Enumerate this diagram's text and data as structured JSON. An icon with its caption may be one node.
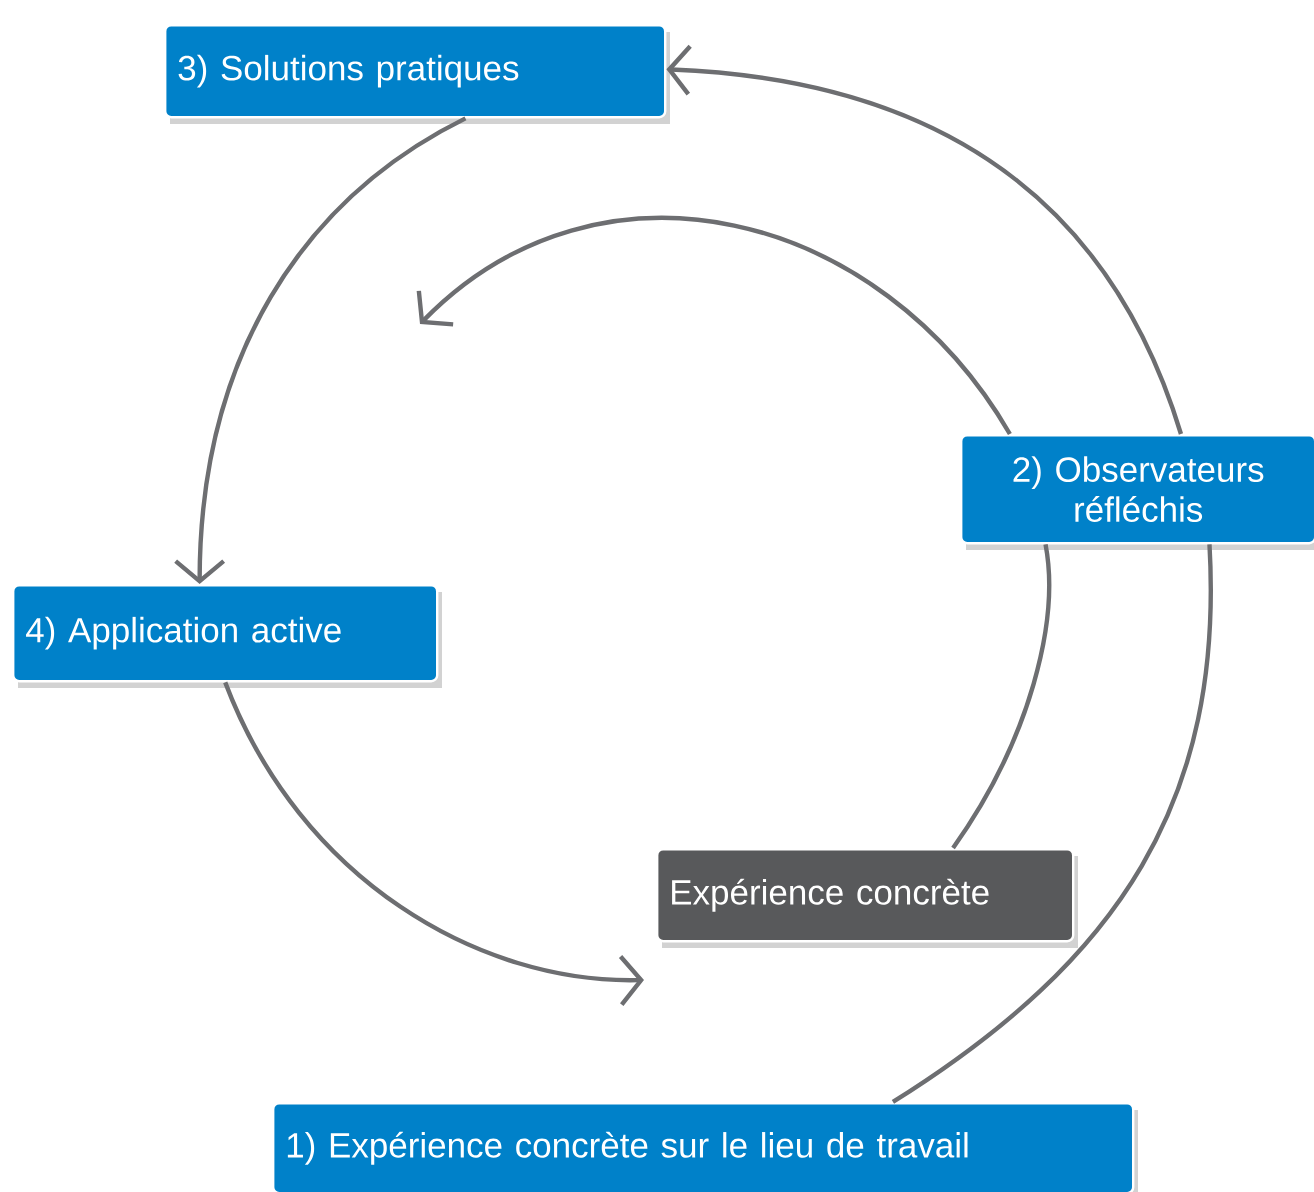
{
  "diagram": {
    "nodes": [
      {
        "text": [
          "3) Solutions pratiques"
        ]
      },
      {
        "text": [
          "2) Observateurs réfléchis"
        ]
      },
      {
        "text": [
          "4) Application active"
        ]
      },
      {
        "text": [
          "Expérience concrète"
        ]
      },
      {
        "text": [
          "1) Expérience concrète sur le lieu de travail"
        ]
      }
    ],
    "edges": [
      {
        "from": 4,
        "to": 1,
        "arrow": "none"
      },
      {
        "from": 1,
        "to": 0,
        "arrow": "to"
      },
      {
        "from": 3,
        "to": 1,
        "arrow": "none"
      },
      {
        "from": 1,
        "to": null,
        "arrow": "to"
      },
      {
        "from": 0,
        "to": 2,
        "arrow": "to"
      },
      {
        "from": 2,
        "to": null,
        "arrow": "to"
      }
    ]
  }
}
